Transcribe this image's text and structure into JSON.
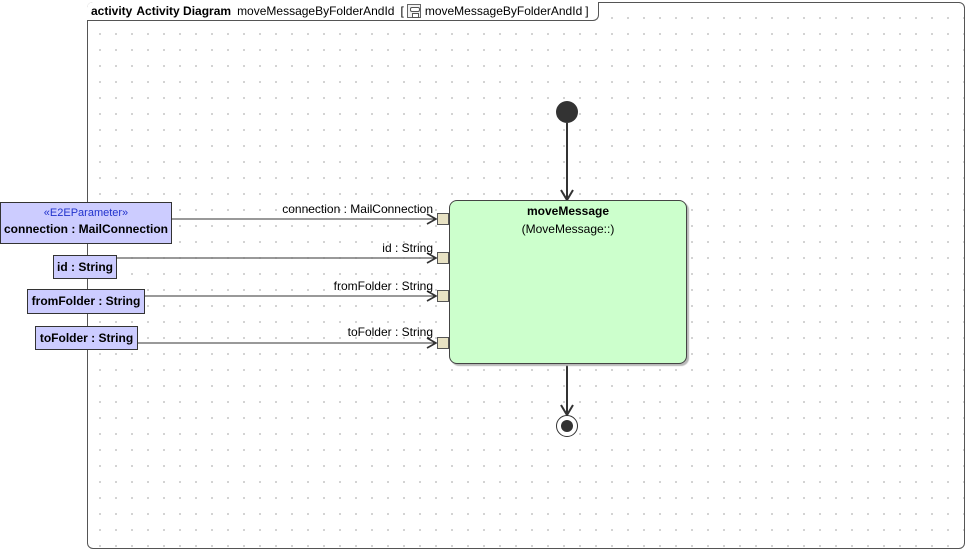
{
  "frame": {
    "keyword": "activity",
    "name": "Activity Diagram",
    "diagram_name": "moveMessageByFolderAndId",
    "open_bracket": "[",
    "element_name": "moveMessageByFolderAndId",
    "close_bracket": "]",
    "icon": "activity-diagram-icon"
  },
  "parameters": [
    {
      "stereotype": "«E2EParameter»",
      "label": "connection : MailConnection"
    },
    {
      "label": "id : String"
    },
    {
      "label": "fromFolder : String"
    },
    {
      "label": "toFolder : String"
    }
  ],
  "action": {
    "name": "moveMessage",
    "behavior": "(MoveMessage::)",
    "pins": [
      {
        "label": "connection : MailConnection"
      },
      {
        "label": "id : String"
      },
      {
        "label": "fromFolder : String"
      },
      {
        "label": "toFolder : String"
      }
    ]
  },
  "colors": {
    "parameter_fill": "#ccccff",
    "action_fill": "#ccffcc",
    "pin_fill": "#e8e2c4",
    "stereotype_text": "#2233cc"
  }
}
